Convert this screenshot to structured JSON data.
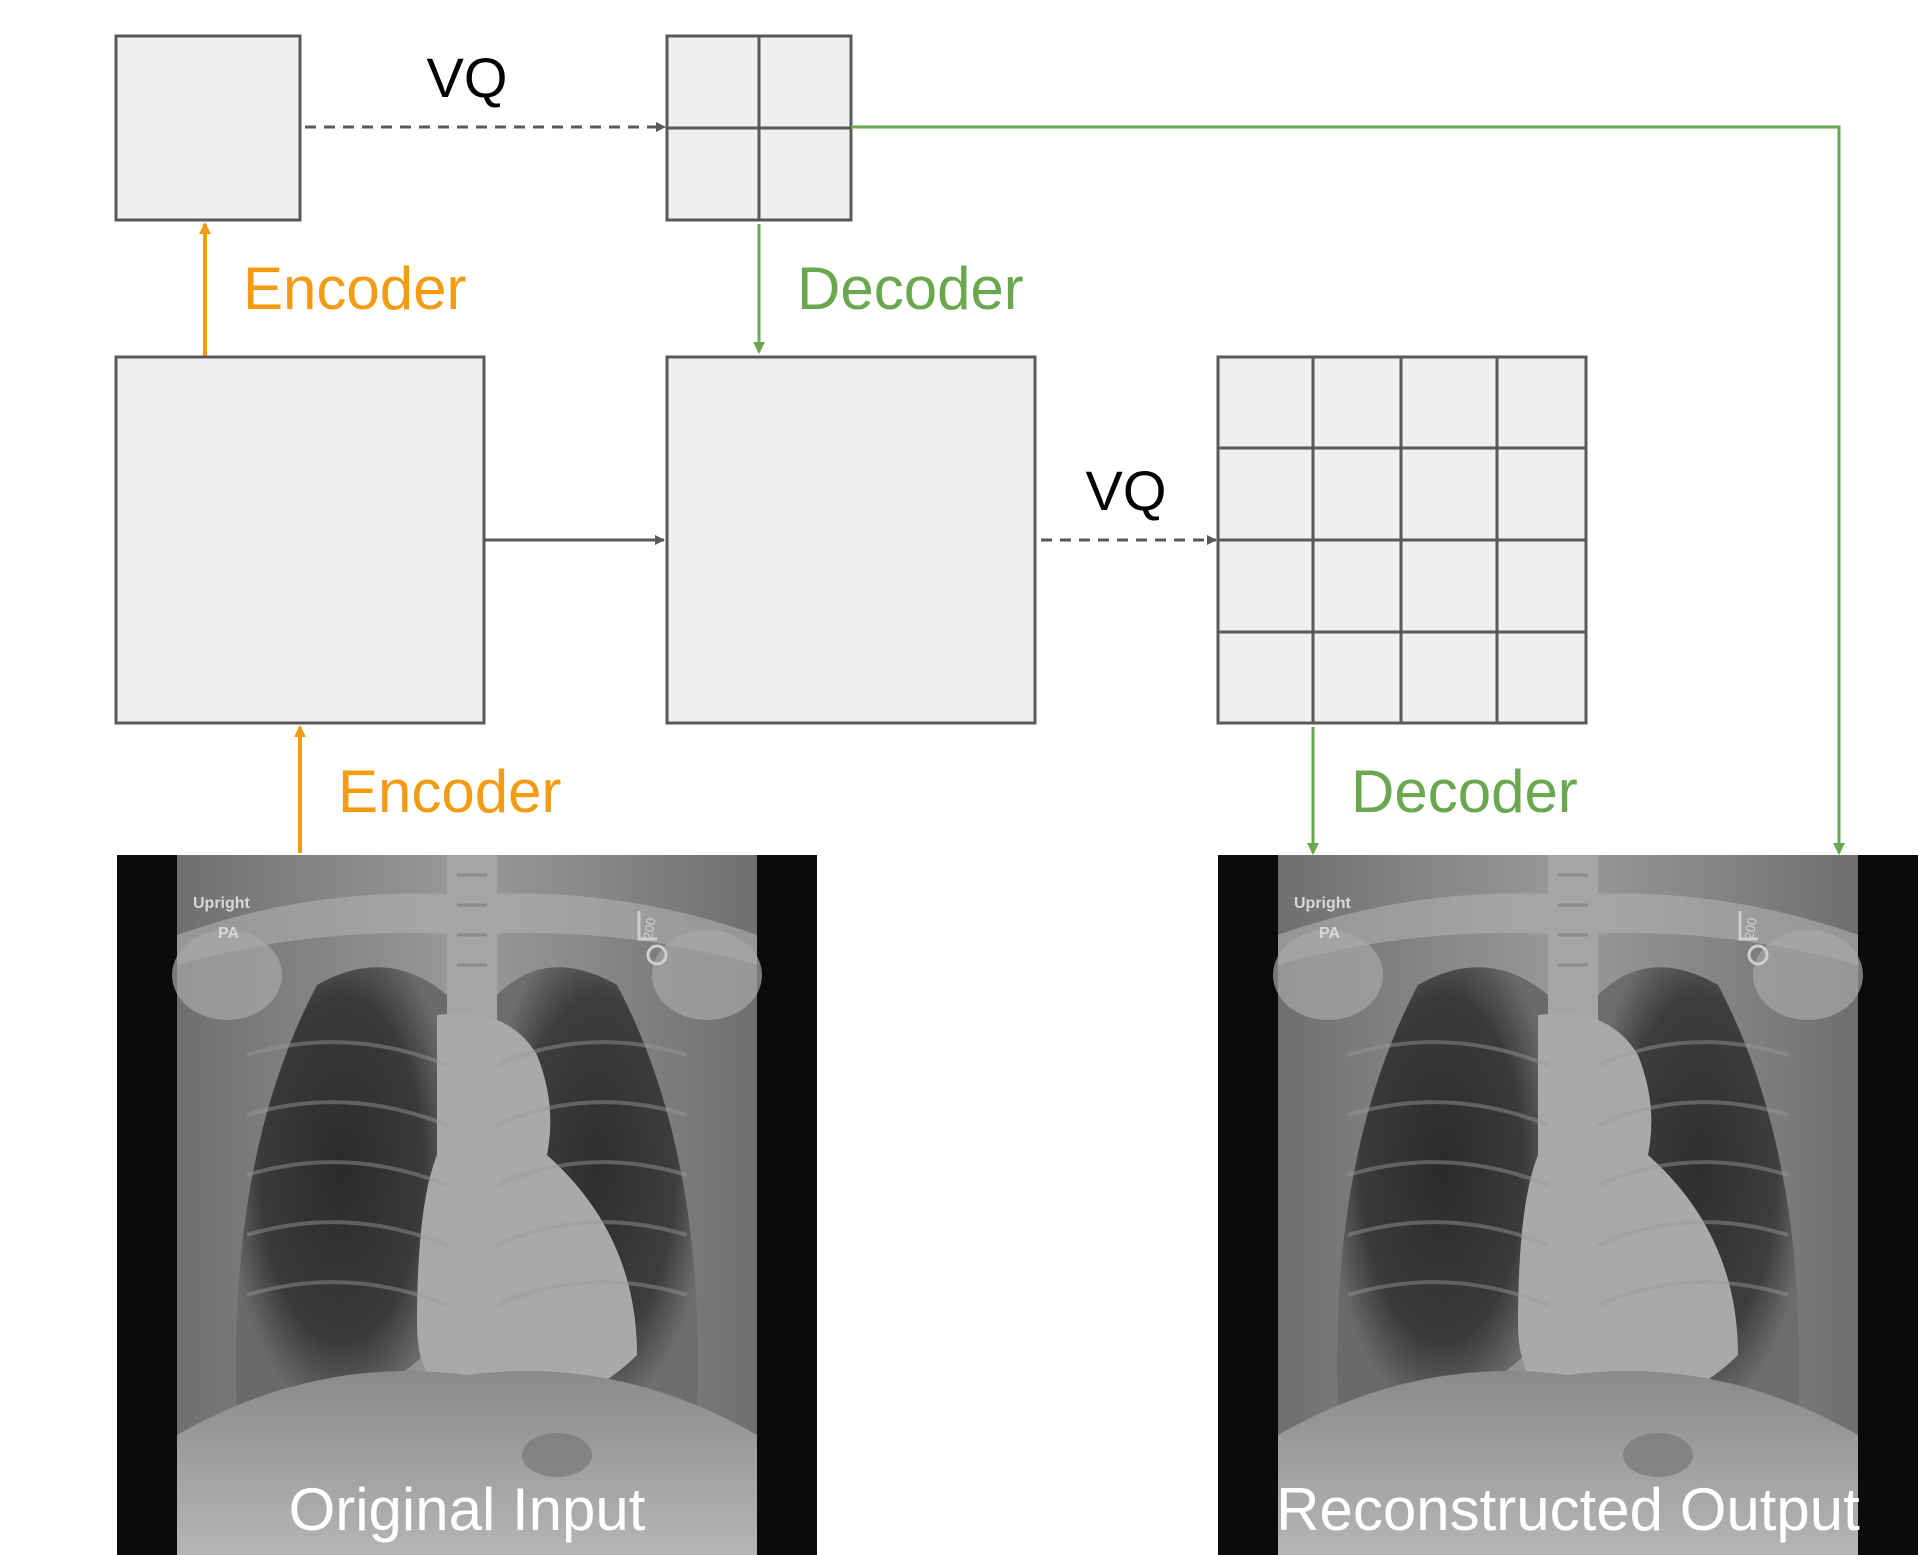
{
  "labels": {
    "vq_top": "VQ",
    "vq_bottom": "VQ",
    "encoder_top": "Encoder",
    "encoder_bottom": "Encoder",
    "decoder_top": "Decoder",
    "decoder_bottom": "Decoder"
  },
  "images": {
    "original": {
      "caption": "Original Input",
      "marker_upright": "Upright",
      "marker_pa": "PA",
      "marker_tag": "200"
    },
    "reconstructed": {
      "caption": "Reconstructed Output",
      "marker_upright": "Upright",
      "marker_pa": "PA",
      "marker_tag": "200"
    }
  },
  "grids": {
    "top_codebook": {
      "rows": 2,
      "cols": 2
    },
    "bottom_codebook": {
      "rows": 4,
      "cols": 4
    }
  },
  "colors": {
    "encoder": "#f39c12",
    "decoder": "#6aa84f",
    "box_fill": "#efefef",
    "box_stroke": "#595959",
    "connector": "#595959",
    "image_bg": "#0b0b0b"
  }
}
